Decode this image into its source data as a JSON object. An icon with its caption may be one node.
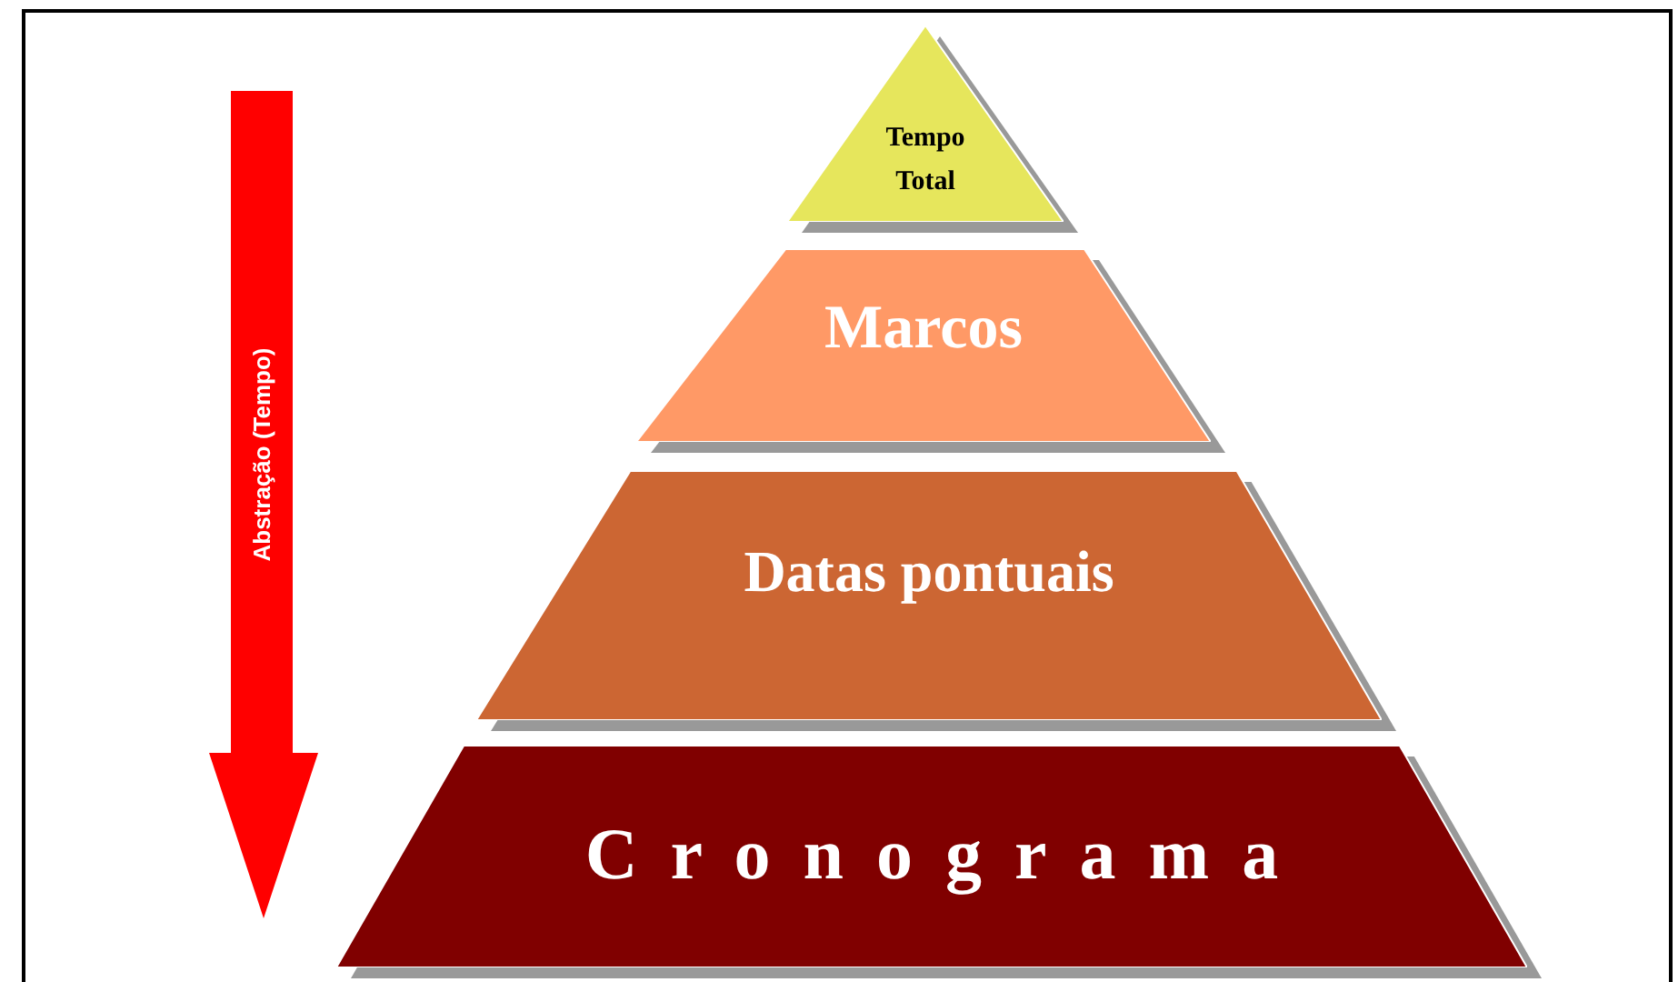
{
  "diagram": {
    "nodes": [
      {
        "text": [
          "Tempo Total"
        ]
      },
      {
        "text": [
          "Marcos"
        ]
      },
      {
        "text": [
          "Datas pontuais"
        ]
      },
      {
        "text": [
          "Cronograma"
        ]
      }
    ],
    "labels": [
      "Abstração (Tempo)"
    ]
  }
}
